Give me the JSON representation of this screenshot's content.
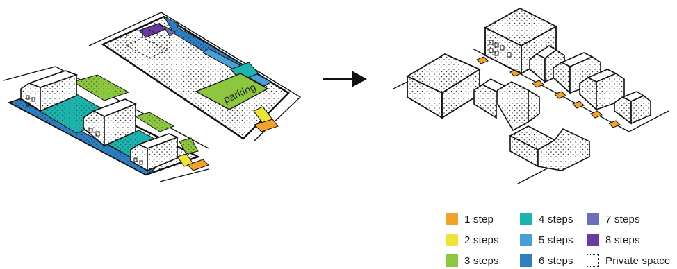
{
  "diagram": {
    "parking_label": "parking"
  },
  "colors": {
    "1_step": "#f2a22a",
    "2_steps": "#ece43a",
    "3_steps": "#8dc63f",
    "4_steps": "#1fb3ad",
    "5_steps": "#4a9fd6",
    "6_steps": "#2d7fc0",
    "7_steps": "#6c6fb5",
    "8_steps": "#6b3aa0",
    "outline": "#111111"
  },
  "legend": [
    {
      "label": "1 step",
      "color": "#f2a22a"
    },
    {
      "label": "2 steps",
      "color": "#ece43a"
    },
    {
      "label": "3 steps",
      "color": "#8dc63f"
    },
    {
      "label": "4 steps",
      "color": "#1fb3ad"
    },
    {
      "label": "5 steps",
      "color": "#4a9fd6"
    },
    {
      "label": "6 steps",
      "color": "#2d7fc0"
    },
    {
      "label": "7 steps",
      "color": "#6c6fb5"
    },
    {
      "label": "8 steps",
      "color": "#6b3aa0"
    },
    {
      "label": "Private space",
      "color": "dotted"
    }
  ]
}
